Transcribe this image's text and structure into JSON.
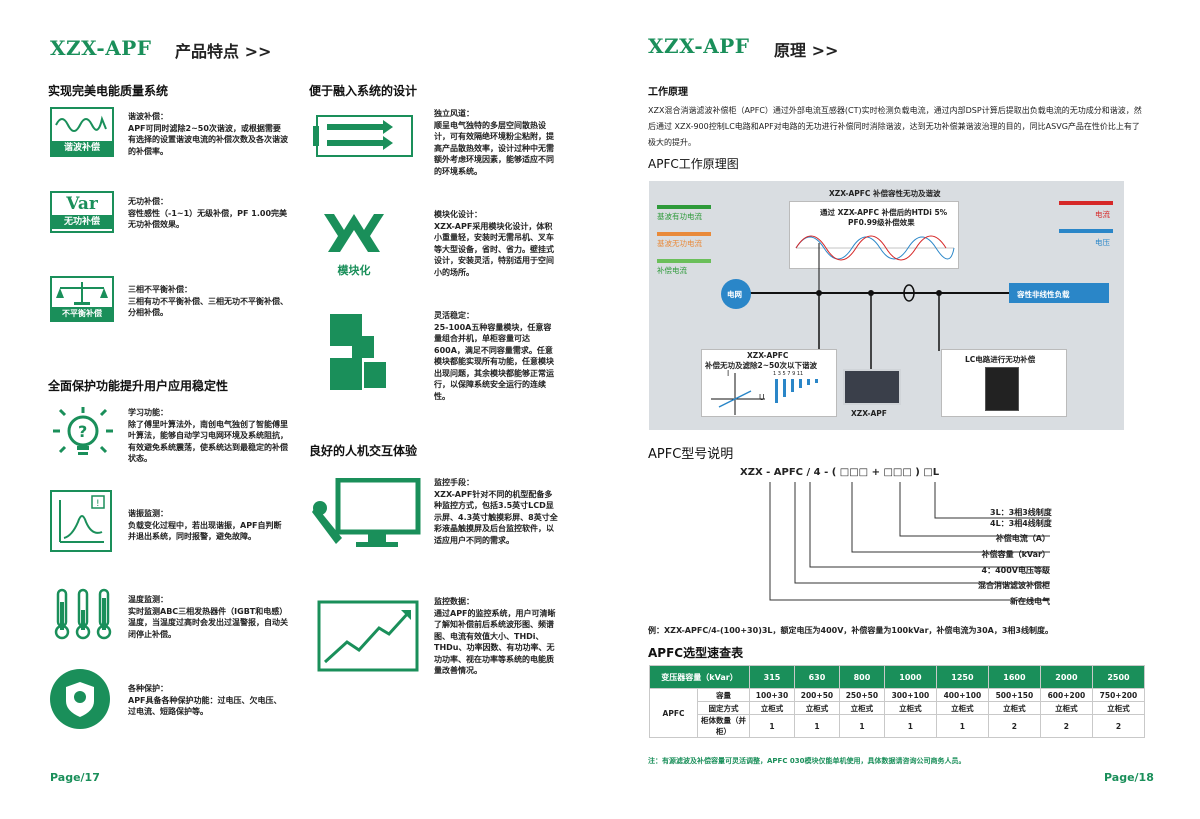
{
  "left": {
    "brand": "XZX-APF",
    "brand_sub": "产品特点 >>",
    "sec1": "实现完美电能质量系统",
    "sec2": "全面保护功能提升用户应用稳定性",
    "sec3": "便于融入系统的设计",
    "sec4": "良好的人机交互体验",
    "icon_labels": {
      "harm": "谐波补偿",
      "var": "Var",
      "var_sub": "无功补偿",
      "unbal": "不平衡补偿",
      "modular": "模块化"
    },
    "items": [
      {
        "title": "谐波补偿：",
        "text": "APF可同时滤除2~50次谐波，或根据需要有选择的设置谐波电流的补偿次数及各次谐波的补偿率。"
      },
      {
        "title": "无功补偿：",
        "text": "容性感性（-1~1）无级补偿，PF 1.00完美无功补偿效果。"
      },
      {
        "title": "三相不平衡补偿：",
        "text": "三相有功不平衡补偿、三相无功不平衡补偿、分相补偿。"
      },
      {
        "title": "学习功能：",
        "text": "除了傅里叶算法外，南创电气独创了智能傅里叶算法，能够自动学习电网环境及系统阻抗，有效避免系统震荡，使系统达到最稳定的补偿状态。"
      },
      {
        "title": "谐振监测：",
        "text": "负载变化过程中，若出现谐振，APF自判断并退出系统，同时报警，避免故障。"
      },
      {
        "title": "温度监测：",
        "text": "实时监测ABC三相发热器件（IGBT和电感）温度，当温度过高时会发出过温警报，自动关闭停止补偿。"
      },
      {
        "title": "各种保护：",
        "text": "APF具备各种保护功能：过电压、欠电压、过电流、短路保护等。"
      },
      {
        "title": "独立风道：",
        "text": "顺呈电气独特的多层空间散热设计，可有效隔绝环境粉尘粘附，提高产品散热效率，设计过种中无需额外考虑环境因素，能够适应不同的环境系统。"
      },
      {
        "title": "模块化设计：",
        "text": "XZX-APF采用模块化设计，体积小重量轻，安装时无需吊机、叉车等大型设备，省时、省力。壁挂式设计，安装灵活，特别适用于空间小的场所。"
      },
      {
        "title": "灵活稳定：",
        "text": "25-100A五种容量模块，任意容量组合并机，单柜容量可达600A，满足不同容量需求。任意模块都能实现所有功能，任意模块出现问题，其余模块都能够正常运行，以保障系统安全运行的连续性。"
      },
      {
        "title": "监控手段：",
        "text": "XZX-APF针对不同的机型配备多种监控方式，包括3.5英寸LCD显示屏、4.3英寸触摸彩屏、8英寸全彩液晶触摸屏及后台监控软件，以适应用户不同的需求。"
      },
      {
        "title": "监控数据：",
        "text": "通过APF的监控系统，用户可清晰了解知补偿前后系统波形图、频谱图、电流有效值大小、THDi、THDu、功率因数、有功功率、无功功率、视在功率等系统的电能质量改善情况。"
      }
    ],
    "page": "Page/17"
  },
  "right": {
    "brand": "XZX-APF",
    "brand_sub": "原理 >>",
    "principle_title": "工作原理",
    "principle_text": "XZX混合消谐滤波补偿柜（APFC）通过外部电流互感器(CT)实时检测负载电流，通过内部DSP计算后提取出负载电流的无功成分和谐波，然后通过 XZX-900控制LC电路和APF对电路的无功进行补偿同时消除谐波，达到无功补偿兼谐波治理的目的，同比ASVG产品在性价比上有了极大的提升。",
    "diagram_title": "APFC工作原理图",
    "diagram": {
      "top": "XZX-APFC 补偿容性无功及谐波",
      "box1": "通过 XZX-APFC 补偿后的HTDi 5%",
      "box2": "PF0.99级补偿效果",
      "leg1": "基波有功电流",
      "leg2": "基波无功电流",
      "leg3": "补偿电流",
      "legR1": "电流",
      "legR2": "电压",
      "grid": "电网",
      "load": "容性非线性负载",
      "apfc1": "XZX-APFC",
      "apfc2": "补偿无功及滤除2~50次以下谐波",
      "apf": "XZX-APF",
      "lc": "LC电路进行无功补偿",
      "axis_i": "I",
      "axis_u": "U",
      "harm_nums": "1 3 5 7 9 11",
      "colors": {
        "green": "#2e9a3a",
        "orange": "#e98a3a",
        "green2": "#6bbf5a",
        "red": "#d62828",
        "blue": "#2a86c8",
        "node": "#2a86c8"
      }
    },
    "model_title": "APFC型号说明",
    "model_code": "XZX - APFC / 4 - ( □□□ + □□□ ) □L",
    "model_labels": [
      "3L：3相3线制度",
      "4L：3相4线制度",
      "补偿电流（A）",
      "补偿容量（kVar）",
      "4：400V电压等级",
      "混合消谐滤波补偿柜",
      "新在线电气"
    ],
    "example": "例：XZX-APFC/4-(100+30)3L，额定电压为400V，补偿容量为100kVar，补偿电流为30A，3相3线制度。",
    "table_title": "APFC选型速查表",
    "table": {
      "header": [
        "变压器容量（kVar）",
        "315",
        "630",
        "800",
        "1000",
        "1250",
        "1600",
        "2000",
        "2500"
      ],
      "group": "APFC",
      "rows": [
        {
          "label": "容量",
          "values": [
            "100+30",
            "200+50",
            "250+50",
            "300+100",
            "400+100",
            "500+150",
            "600+200",
            "750+200"
          ]
        },
        {
          "label": "固定方式",
          "values": [
            "立柜式",
            "立柜式",
            "立柜式",
            "立柜式",
            "立柜式",
            "立柜式",
            "立柜式",
            "立柜式"
          ]
        },
        {
          "label": "柜体数量（并柜）",
          "values": [
            "1",
            "1",
            "1",
            "1",
            "1",
            "2",
            "2",
            "2"
          ]
        }
      ]
    },
    "note": "注：有源滤波及补偿容量可灵活调整，APFC 030模块仅能单机使用，具体数据请咨询公司商务人员。",
    "page": "Page/18"
  }
}
